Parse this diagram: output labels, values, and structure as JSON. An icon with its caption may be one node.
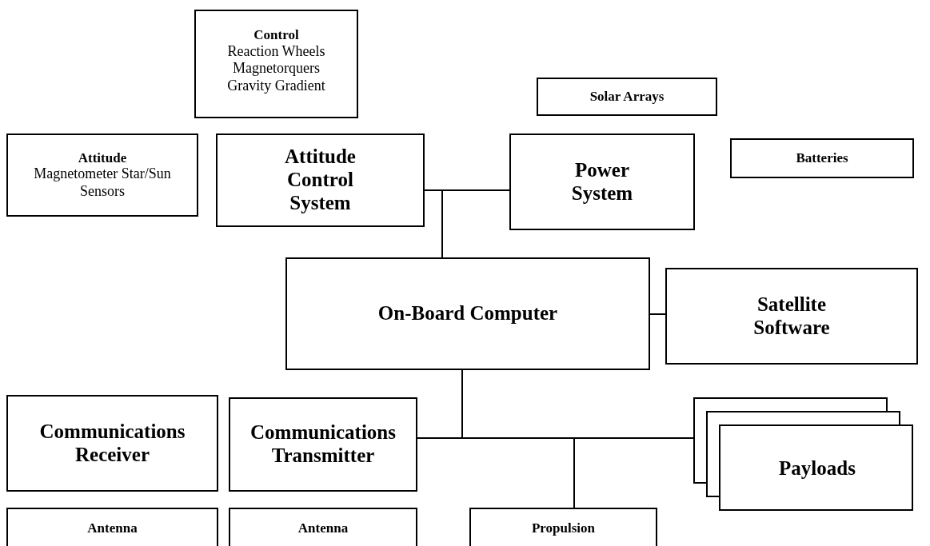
{
  "diagram": {
    "nodes": [
      {
        "text": [
          "Control",
          "Reaction Wheels Magnetorquers Gravity Gradient"
        ]
      },
      {
        "text": [
          "Solar Arrays"
        ]
      },
      {
        "text": [
          "Attitude",
          "Magnetometer Star/Sun Sensors"
        ]
      },
      {
        "text": [
          "Attitude Control System"
        ]
      },
      {
        "text": [
          "Power System"
        ]
      },
      {
        "text": [
          "Batteries"
        ]
      },
      {
        "text": [
          "On-Board Computer"
        ]
      },
      {
        "text": [
          "Satellite Software"
        ]
      },
      {
        "text": [
          "Communications Receiver"
        ]
      },
      {
        "text": [
          "Communications Transmitter"
        ]
      },
      {
        "text": [
          "Payloads"
        ]
      },
      {
        "text": [
          "Antenna"
        ]
      },
      {
        "text": [
          "Antenna"
        ]
      },
      {
        "text": [
          "Propulsion"
        ]
      }
    ],
    "edges": [
      {
        "from": 6,
        "to": 3,
        "arrow": "none"
      },
      {
        "from": 6,
        "to": 4,
        "arrow": "none"
      },
      {
        "from": 6,
        "to": 7,
        "arrow": "none"
      },
      {
        "from": 6,
        "to": 9,
        "arrow": "none"
      },
      {
        "from": 6,
        "to": 10,
        "arrow": "none"
      },
      {
        "from": 6,
        "to": 13,
        "arrow": "none"
      }
    ]
  }
}
